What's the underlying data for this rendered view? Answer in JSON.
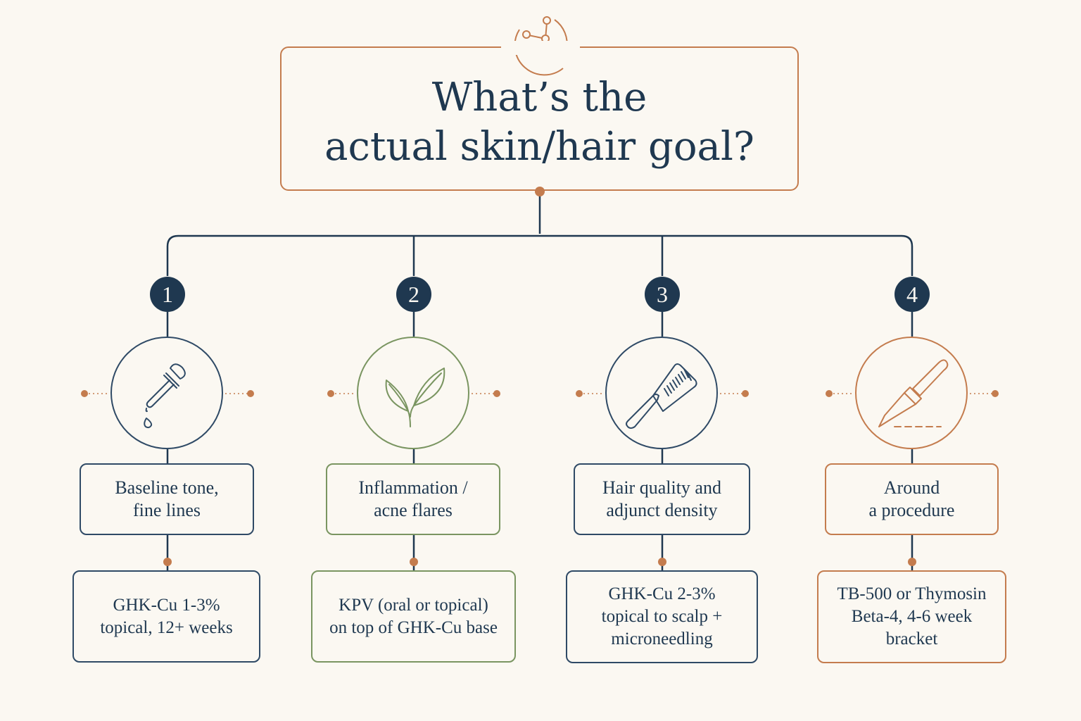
{
  "title": {
    "line1": "What’s the",
    "line2": "actual skin/hair goal?"
  },
  "header_icon": "molecule-icon",
  "colors": {
    "navy": "#1f3850",
    "copper": "#c47c4e",
    "green": "#7a9561",
    "background": "#fbf8f2"
  },
  "branches": [
    {
      "number": "1",
      "icon": "dropper-icon",
      "color": "navy",
      "goal_lines": [
        "Baseline tone,",
        "fine lines"
      ],
      "recommendation_lines": [
        "GHK-Cu 1-3%",
        "topical, 12+ weeks"
      ]
    },
    {
      "number": "2",
      "icon": "leaf-icon",
      "color": "green",
      "goal_lines": [
        "Inflammation /",
        "acne flares"
      ],
      "recommendation_lines": [
        "KPV (oral or topical)",
        "on top of GHK-Cu base"
      ]
    },
    {
      "number": "3",
      "icon": "comb-icon",
      "color": "navy",
      "goal_lines": [
        "Hair quality and",
        "adjunct density"
      ],
      "recommendation_lines": [
        "GHK-Cu 2-3%",
        "topical to scalp +",
        "microneedling"
      ]
    },
    {
      "number": "4",
      "icon": "scalpel-icon",
      "color": "copper",
      "goal_lines": [
        "Around",
        "a procedure"
      ],
      "recommendation_lines": [
        "TB-500 or Thymosin",
        "Beta-4, 4-6 week",
        "bracket"
      ]
    }
  ]
}
